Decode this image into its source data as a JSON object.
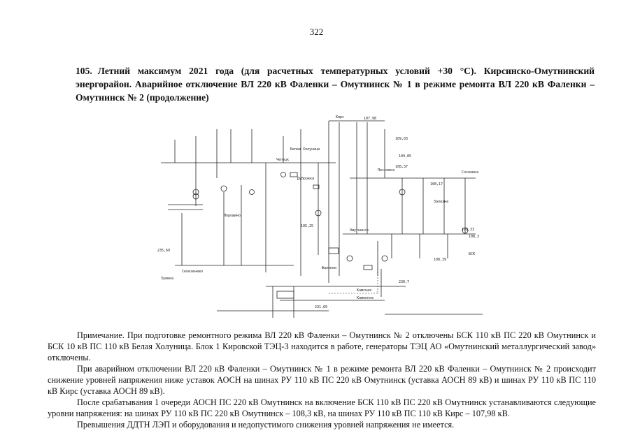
{
  "page": {
    "number": "322",
    "heading_number": "105.",
    "heading_text": "Летний максимум 2021 года (для расчетных температурных условий +30 °С). Кирсинско-Омутнинский энергорайон. Аварийное отключение ВЛ 220 кВ Фаленки – Омутнинск № 1 в режиме ремонта ВЛ 220 кВ Фаленки – Омутнинск № 2 (продолжение)"
  },
  "diagram": {
    "labels": [
      "Кирс",
      "Омутнинск",
      "Фаленки",
      "Песковка",
      "Белая Холуница",
      "Каменное",
      "Залазна",
      "Дубровка",
      "Чепецк",
      "Порошино",
      "Сосновка",
      "БСК",
      "Селезенево",
      "Камская",
      "Зуевка"
    ],
    "values": [
      "107,98",
      "108,3",
      "230,7",
      "231,69",
      "108,33",
      "108,39",
      "235,69",
      "109,03",
      "108,17",
      "105,25",
      "108,37",
      "109,85"
    ]
  },
  "notes": [
    "Примечание. При подготовке ремонтного режима ВЛ 220 кВ Фаленки – Омутнинск № 2 отключены БСК 110 кВ ПС 220 кВ Омутнинск и БСК 10 кВ ПС 110 кВ Белая Холуница. Блок 1 Кировской ТЭЦ-3 находится в работе, генераторы ТЭЦ АО «Омутнинский металлургический завод» отключены.",
    "При аварийном отключении ВЛ 220 кВ Фаленки – Омутнинск № 1 в режиме ремонта ВЛ 220 кВ Фаленки – Омутнинск № 2 происходит снижение уровней напряжения ниже уставок АОСН на шинах РУ 110 кВ ПС 220 кВ Омутнинск (уставка АОСН 89 кВ) и шинах РУ 110 кВ ПС 110 кВ Кирс (уставка АОСН 89 кВ).",
    "После срабатывания 1 очереди АОСН ПС 220 кВ Омутнинск на включение БСК 110 кВ ПС 220 кВ Омутнинск устанавливаются следующие уровни напряжения: на шинах РУ 110 кВ ПС 220 кВ Омутнинск – 108,3 кВ, на шинах РУ 110 кВ ПС 110 кВ Кирс – 107,98 кВ.",
    "Превышения ДДТН ЛЭП и оборудования и недопустимого снижения уровней напряжения не имеется."
  ]
}
